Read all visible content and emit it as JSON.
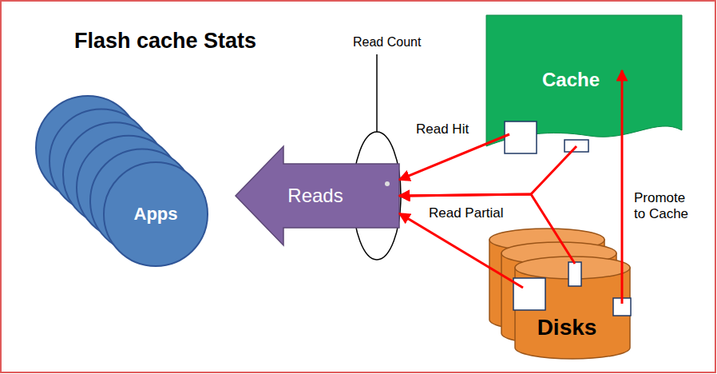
{
  "diagram": {
    "title": "Flash cache Stats",
    "nodes": [
      {
        "text": [
          "Apps"
        ]
      },
      {
        "text": [
          "Reads"
        ]
      },
      {
        "text": [
          "Cache"
        ]
      },
      {
        "text": [
          "Disks"
        ]
      }
    ],
    "edges": [
      {
        "from": 2,
        "to": 1,
        "label": "Read Hit",
        "arrow": "to"
      },
      {
        "from": 2,
        "to": 1,
        "label": "Read Partial",
        "arrow": "to"
      },
      {
        "from": 3,
        "to": 1,
        "arrow": "to"
      },
      {
        "from": 3,
        "to": 1,
        "arrow": "to"
      },
      {
        "from": 3,
        "to": 2,
        "label": "Promote to Cache",
        "arrow": "to"
      }
    ],
    "labels": [
      "Read Count"
    ]
  }
}
